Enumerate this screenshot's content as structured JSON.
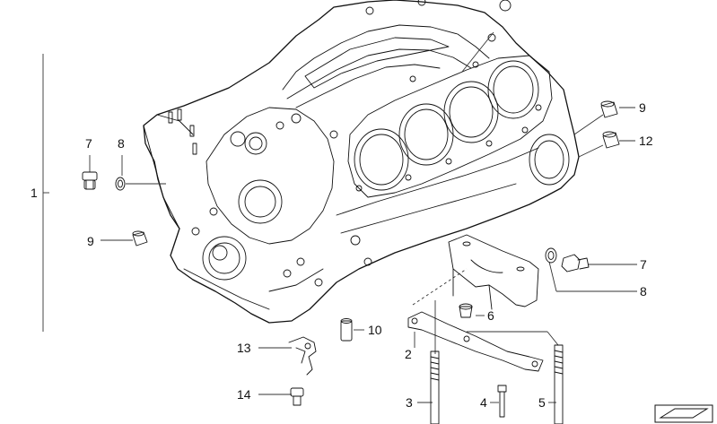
{
  "diagram": {
    "callouts": [
      {
        "id": "c1",
        "text": "1"
      },
      {
        "id": "c7a",
        "text": "7"
      },
      {
        "id": "c8a",
        "text": "8"
      },
      {
        "id": "c9a",
        "text": "9"
      },
      {
        "id": "c9b",
        "text": "9"
      },
      {
        "id": "c12",
        "text": "12"
      },
      {
        "id": "c7b",
        "text": "7"
      },
      {
        "id": "c8b",
        "text": "8"
      },
      {
        "id": "c6",
        "text": "6"
      },
      {
        "id": "c10",
        "text": "10"
      },
      {
        "id": "c2",
        "text": "2"
      },
      {
        "id": "c13",
        "text": "13"
      },
      {
        "id": "c14",
        "text": "14"
      },
      {
        "id": "c3",
        "text": "3"
      },
      {
        "id": "c4",
        "text": "4"
      },
      {
        "id": "c5",
        "text": "5"
      }
    ]
  }
}
